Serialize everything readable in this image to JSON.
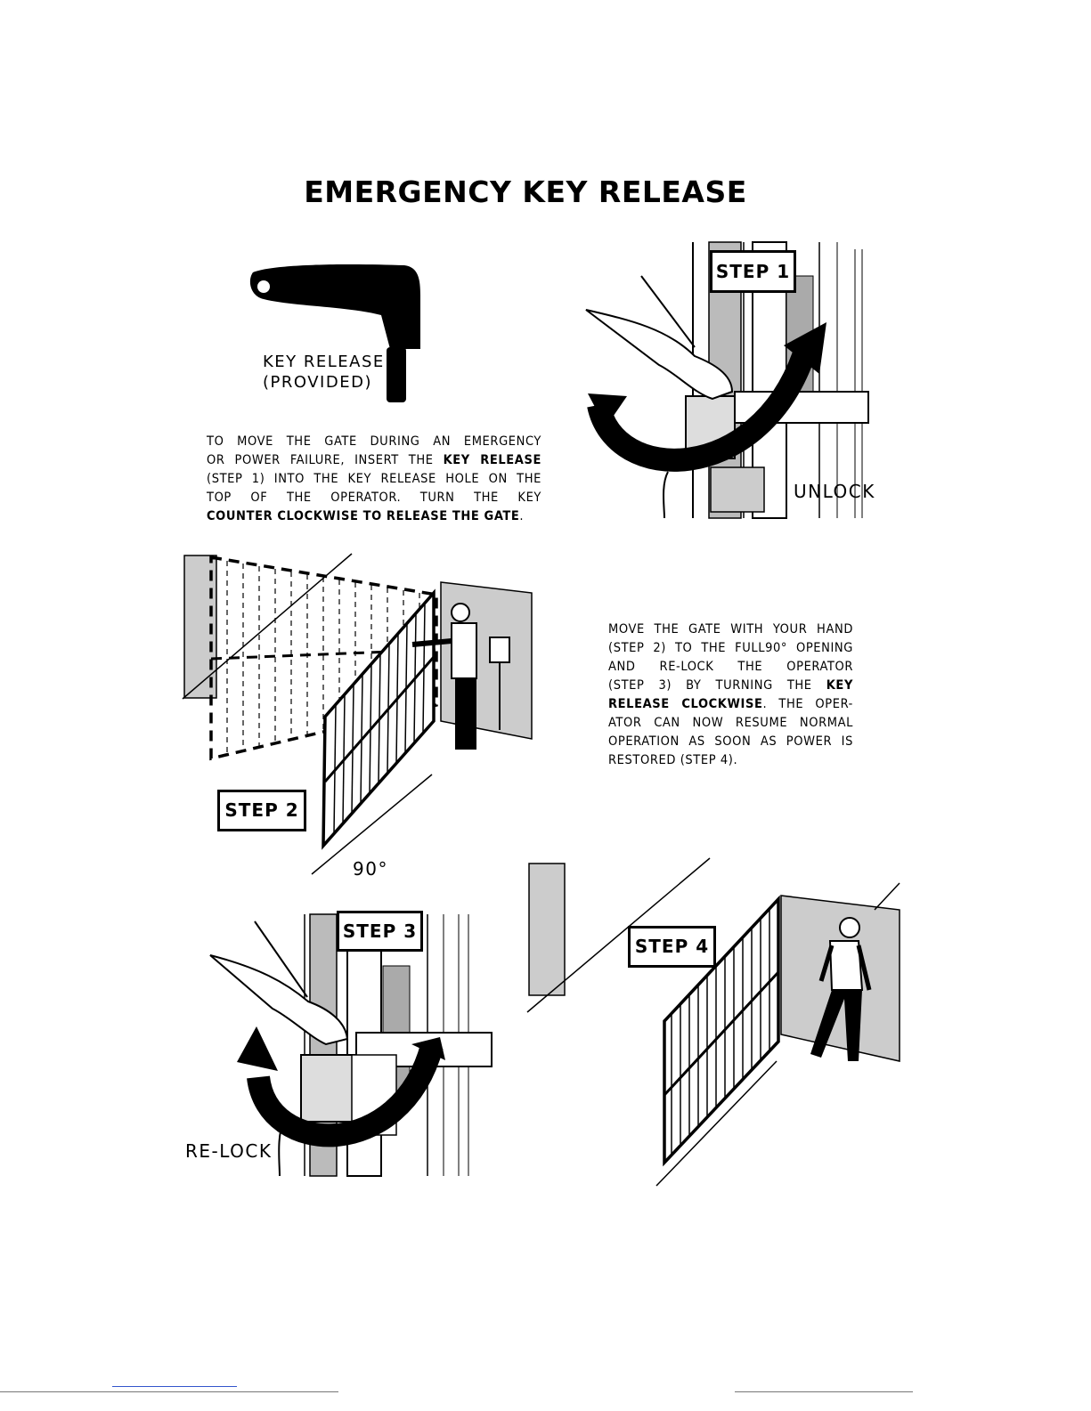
{
  "title": "EMERGENCY KEY RELEASE",
  "key": {
    "label_line1": "KEY RELEASE",
    "label_line2": "(PROVIDED)"
  },
  "instructions_1": {
    "line1": "TO MOVE THE GATE DURING AN EMERGENCY",
    "line2_pre": "OR POWER FAILURE, INSERT THE ",
    "line2_bold": "KEY RELEASE",
    "line3": "(STEP 1) INTO THE KEY RELEASE HOLE ON THE",
    "line4": "TOP OF THE OPERATOR. TURN THE KEY",
    "line5_bold": "COUNTER CLOCKWISE TO RELEASE THE GATE",
    "line5_post": "."
  },
  "instructions_2": {
    "line1": "MOVE THE GATE WITH YOUR HAND",
    "line2": "(STEP 2) TO THE FULL90° OPENING",
    "line3": "AND RE-LOCK THE OPERATOR",
    "line4_pre": "(STEP 3) BY TURNING THE ",
    "line4_bold": "KEY",
    "line5_bold": "RELEASE CLOCKWISE",
    "line5_post": ". THE OPER-",
    "line6": "ATOR CAN NOW RESUME NORMAL",
    "line7": "OPERATION AS SOON AS POWER IS",
    "line8": "RESTORED (STEP 4)."
  },
  "steps": {
    "step1": "STEP 1",
    "step2": "STEP 2",
    "step3": "STEP 3",
    "step4": "STEP 4"
  },
  "labels": {
    "unlock": "UNLOCK",
    "relock": "RE-LOCK",
    "angle": "90°"
  },
  "icons": {
    "key": "key-release-icon",
    "step1": "unlock-illustration",
    "step2": "gate-swing-illustration",
    "step3": "relock-illustration",
    "step4": "walk-through-gate-illustration"
  }
}
